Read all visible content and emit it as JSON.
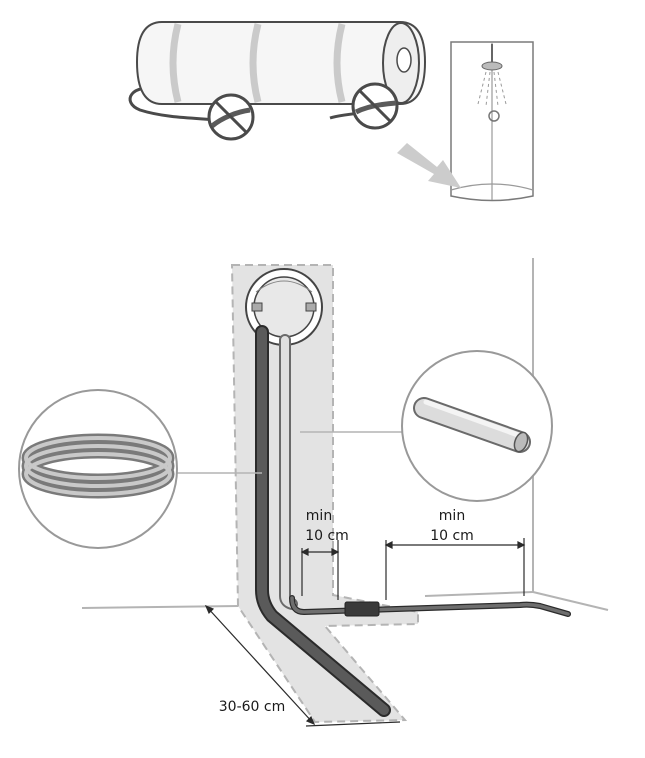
{
  "labels": {
    "min_left": "min",
    "dist_left": "10 cm",
    "min_right": "min",
    "dist_right": "10 cm",
    "depth": "30-60 cm"
  },
  "colors": {
    "line": "#b4b4b4",
    "shade": "#e3e3e3",
    "pipe_dark": "#5a5a5a",
    "pipe_outline": "#2b2b2b"
  }
}
